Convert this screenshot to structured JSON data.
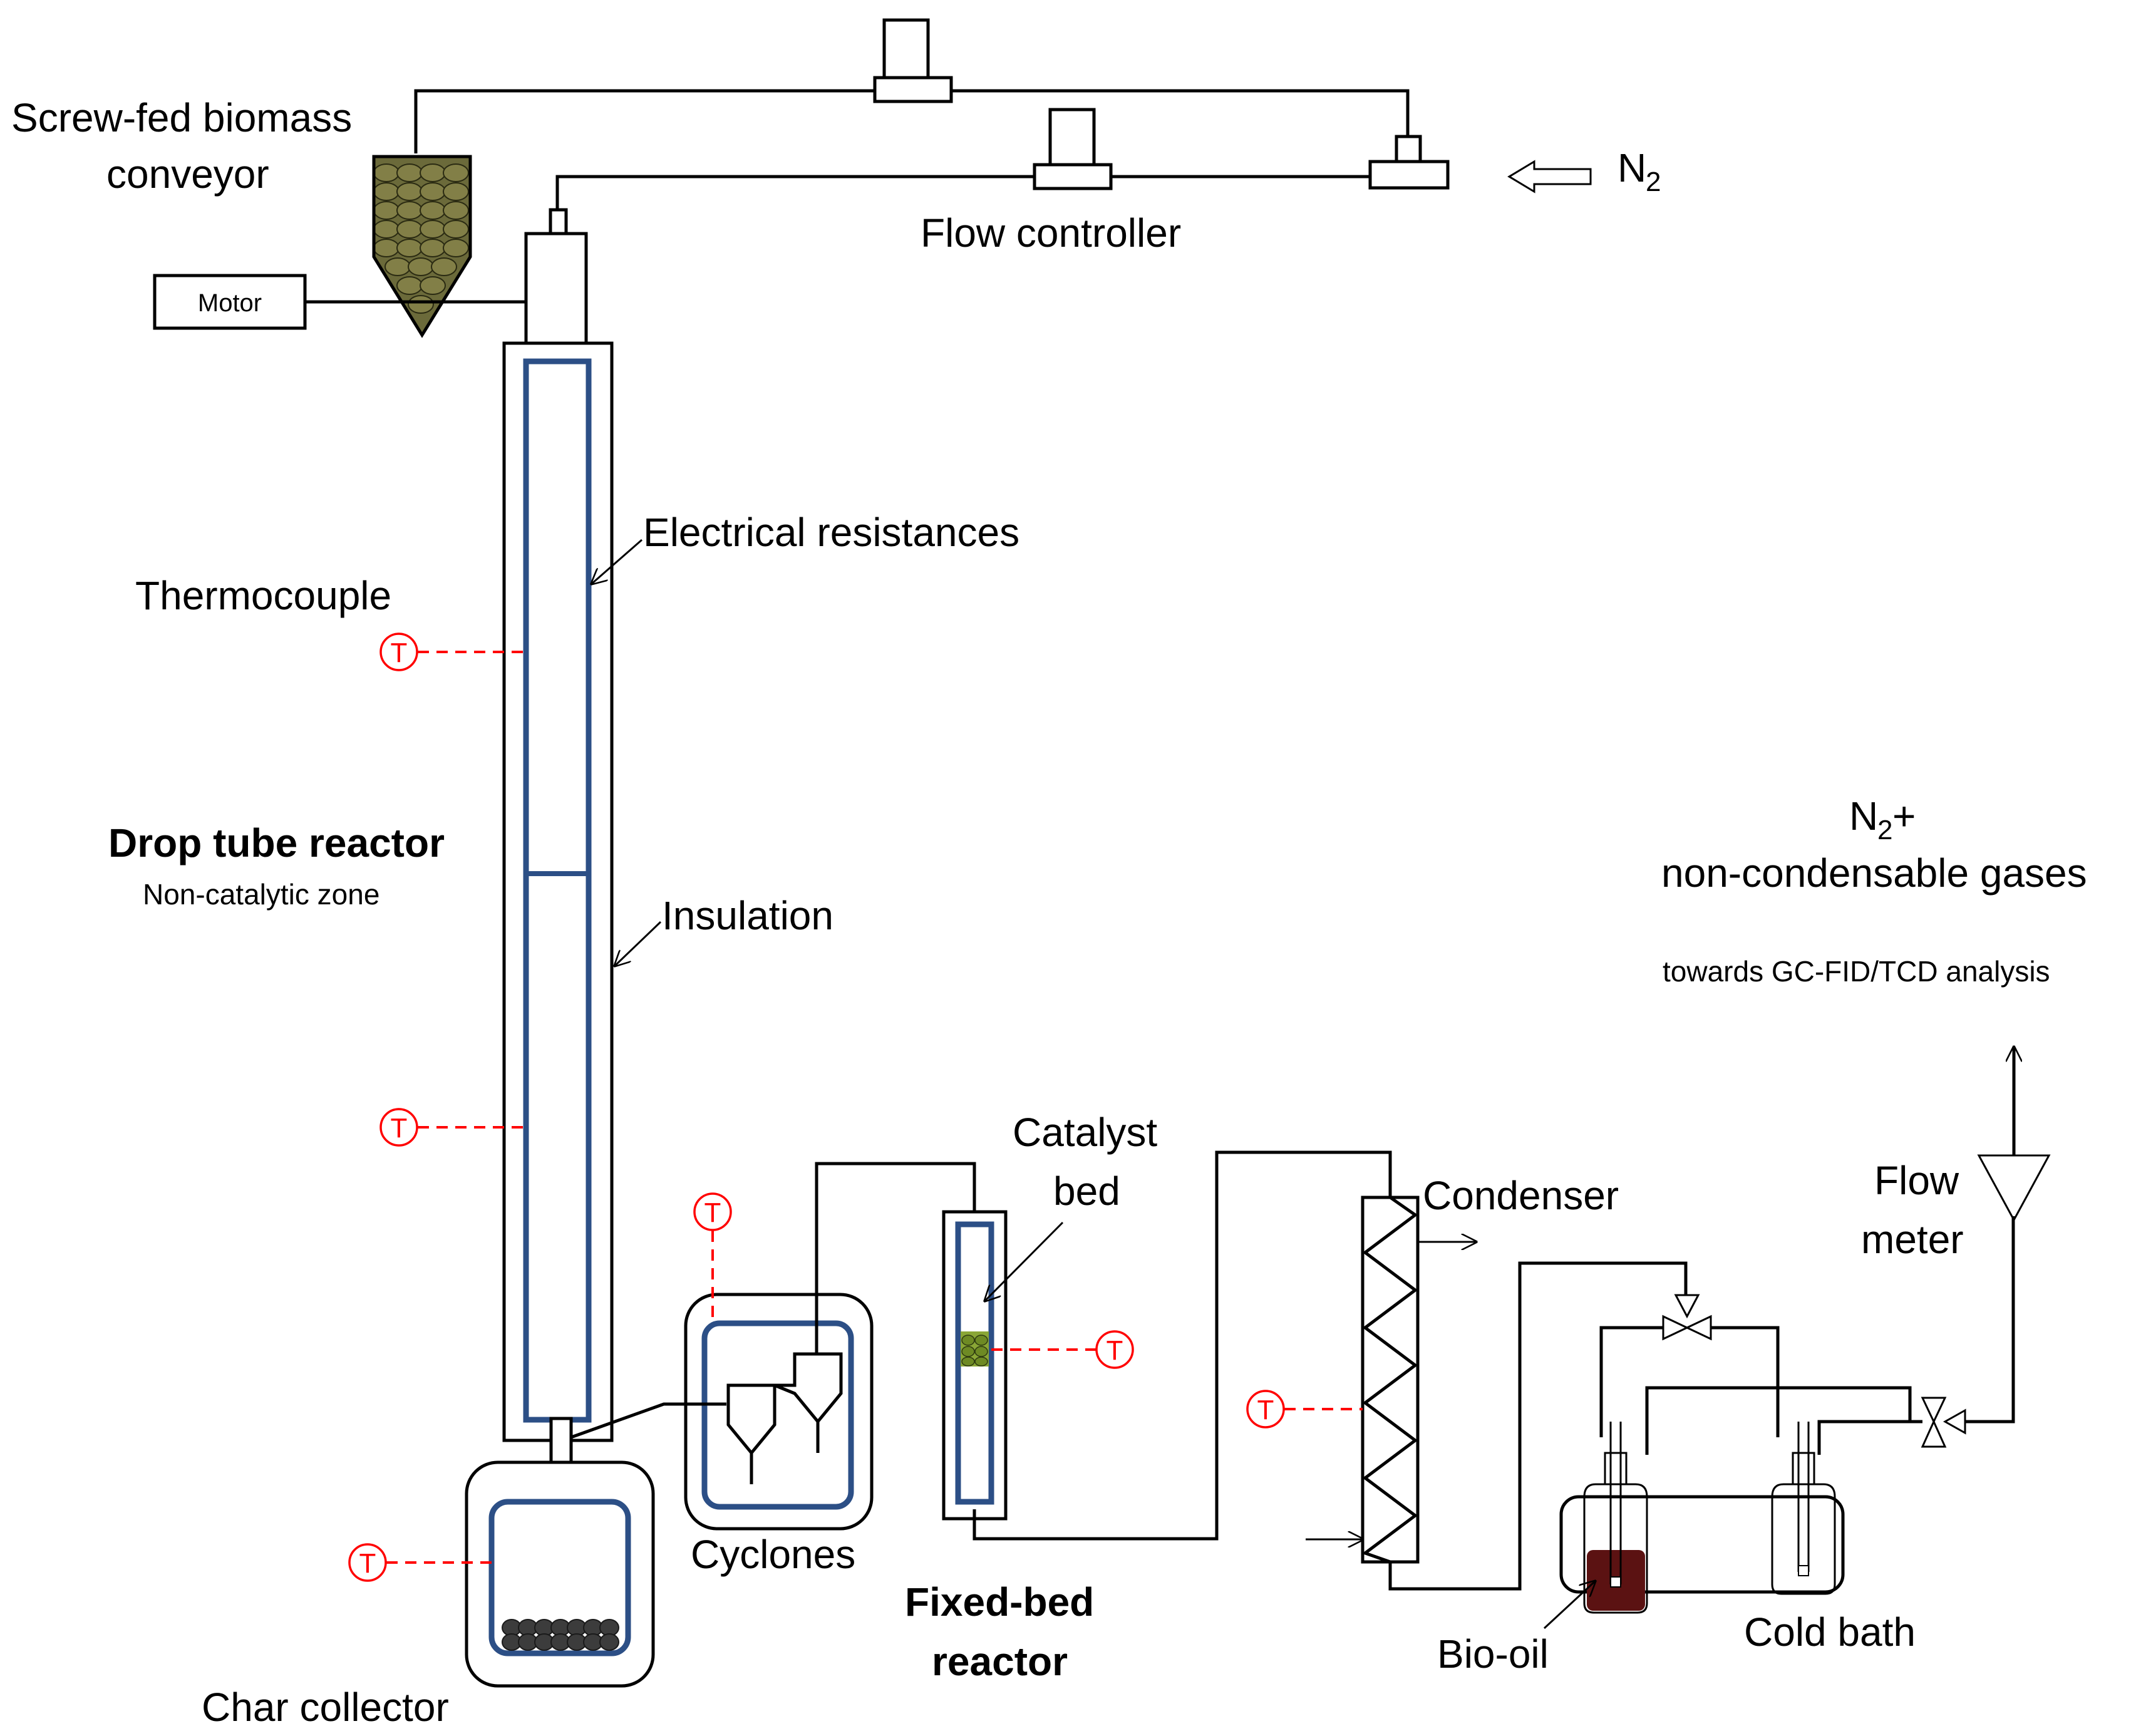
{
  "labels": {
    "screw_feeder": [
      "Screw-fed biomass",
      "conveyor"
    ],
    "motor": "Motor",
    "flow_controller": "Flow controller",
    "n2_inlet": "N",
    "n2_inlet_sub": "2",
    "electrical_resistances": "Electrical resistances",
    "thermocouple": "Thermocouple",
    "drop_tube_reactor": "Drop tube reactor",
    "non_catalytic_zone": "Non-catalytic zone",
    "insulation": "Insulation",
    "catalyst_bed": [
      "Catalyst",
      "bed"
    ],
    "condenser": "Condenser",
    "flow_meter": [
      "Flow",
      "meter"
    ],
    "outlet_gases": [
      "N",
      "2",
      " +",
      "non-condensable gases"
    ],
    "analysis": "towards GC-FID/TCD analysis",
    "cyclones": "Cyclones",
    "fixed_bed_reactor": [
      "Fixed-bed",
      "reactor"
    ],
    "bio_oil": "Bio-oil",
    "cold_bath": "Cold bath",
    "char_collector": "Char collector",
    "thermocouple_symbol": "T"
  },
  "colors": {
    "vessel_wall": "#2c4f86",
    "thermocouple": "#ff0000",
    "biomass": "#6b6a3a",
    "catalyst": "#8aa636",
    "char": "#3c3c3c",
    "bio_oil": "#5b1212"
  }
}
